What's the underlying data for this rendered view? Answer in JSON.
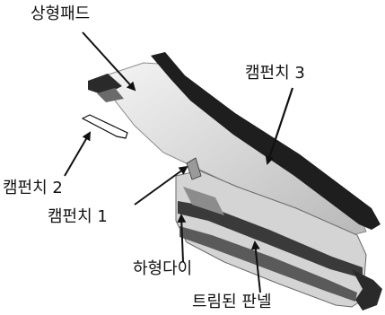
{
  "labels": {
    "upper_pad": "상형패드",
    "cam_punch_3": "캠펀치 3",
    "cam_punch_2": "캠펀치 2",
    "cam_punch_1": "캠펀치 1",
    "lower_die": "하형다이",
    "trimmed_panel": "트림된 판넬"
  },
  "colors": {
    "ink": "#111111",
    "dark_part": "#1e1e1e",
    "mid_part": "#6a6a6a",
    "light_part": "#d8d8d8"
  }
}
